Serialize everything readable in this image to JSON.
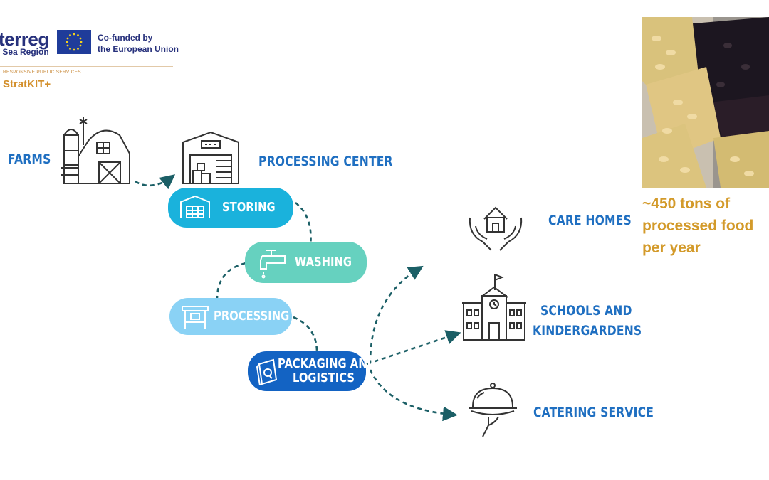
{
  "logos": {
    "interreg_partial": "terreg",
    "region_partial": ": Sea Region",
    "cofunded_line1": "Co-funded by",
    "cofunded_line2": "the European Union",
    "program_small": "RESPONSIVE PUBLIC SERVICES",
    "program_name": "StratKIT+"
  },
  "nodes": {
    "farms": "FARMS",
    "processing_center": "PROCESSING CENTER",
    "care_homes": "CARE HOMES",
    "schools_line1": "SCHOOLS AND",
    "schools_line2": "KINDERGARDENS",
    "catering": "CATERING SERVICE"
  },
  "steps": {
    "storing": "STORING",
    "washing": "WASHING",
    "processing": "PROCESSING",
    "packaging_line1": "PACKAGING AND",
    "packaging_line2": "LOGISTICS"
  },
  "note": {
    "line1": "~450 tons of",
    "line2": "processed food",
    "line3": "per year"
  },
  "colors": {
    "label_blue": "#1f6fc1",
    "storing": "#1ab2dc",
    "washing": "#66d1bf",
    "processing": "#8ad2f5",
    "packaging": "#1363c3",
    "arrow": "#1b5f66",
    "note": "#d39a2a"
  },
  "icons": [
    "farm-barn-icon",
    "warehouse-icon",
    "care-home-hands-icon",
    "school-icon",
    "catering-cloche-icon",
    "faucet-icon",
    "package-icon",
    "workbench-icon",
    "shelving-icon",
    "eu-flag-icon"
  ]
}
